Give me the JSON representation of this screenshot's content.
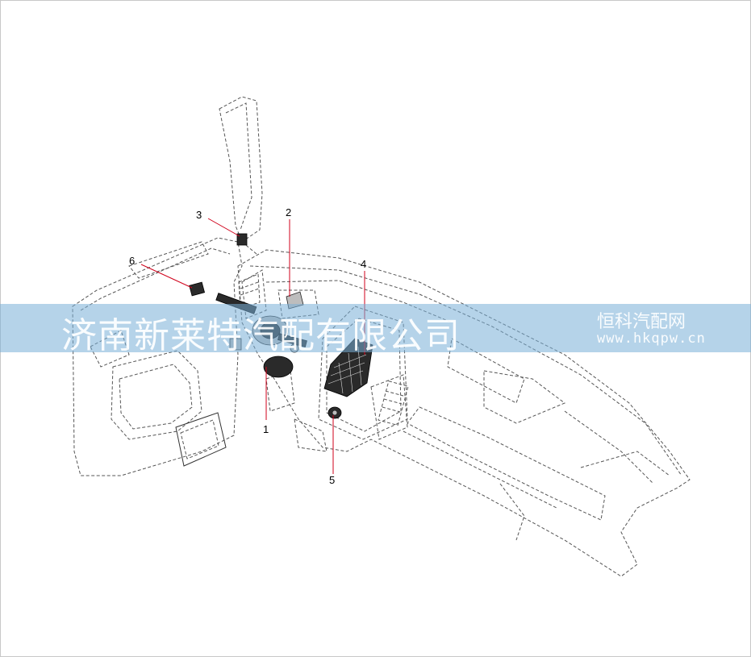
{
  "callouts": [
    {
      "number": "1"
    },
    {
      "number": "2"
    },
    {
      "number": "3"
    },
    {
      "number": "4"
    },
    {
      "number": "5"
    },
    {
      "number": "6"
    }
  ],
  "watermark": {
    "company": "济南新莱特汽配有限公司",
    "brand": "恒科汽配网",
    "url": "www.hkqpw.cn"
  },
  "colors": {
    "leader_line": "#d0021b",
    "watermark_band": "#78afd7",
    "drawing_line": "#555555"
  }
}
